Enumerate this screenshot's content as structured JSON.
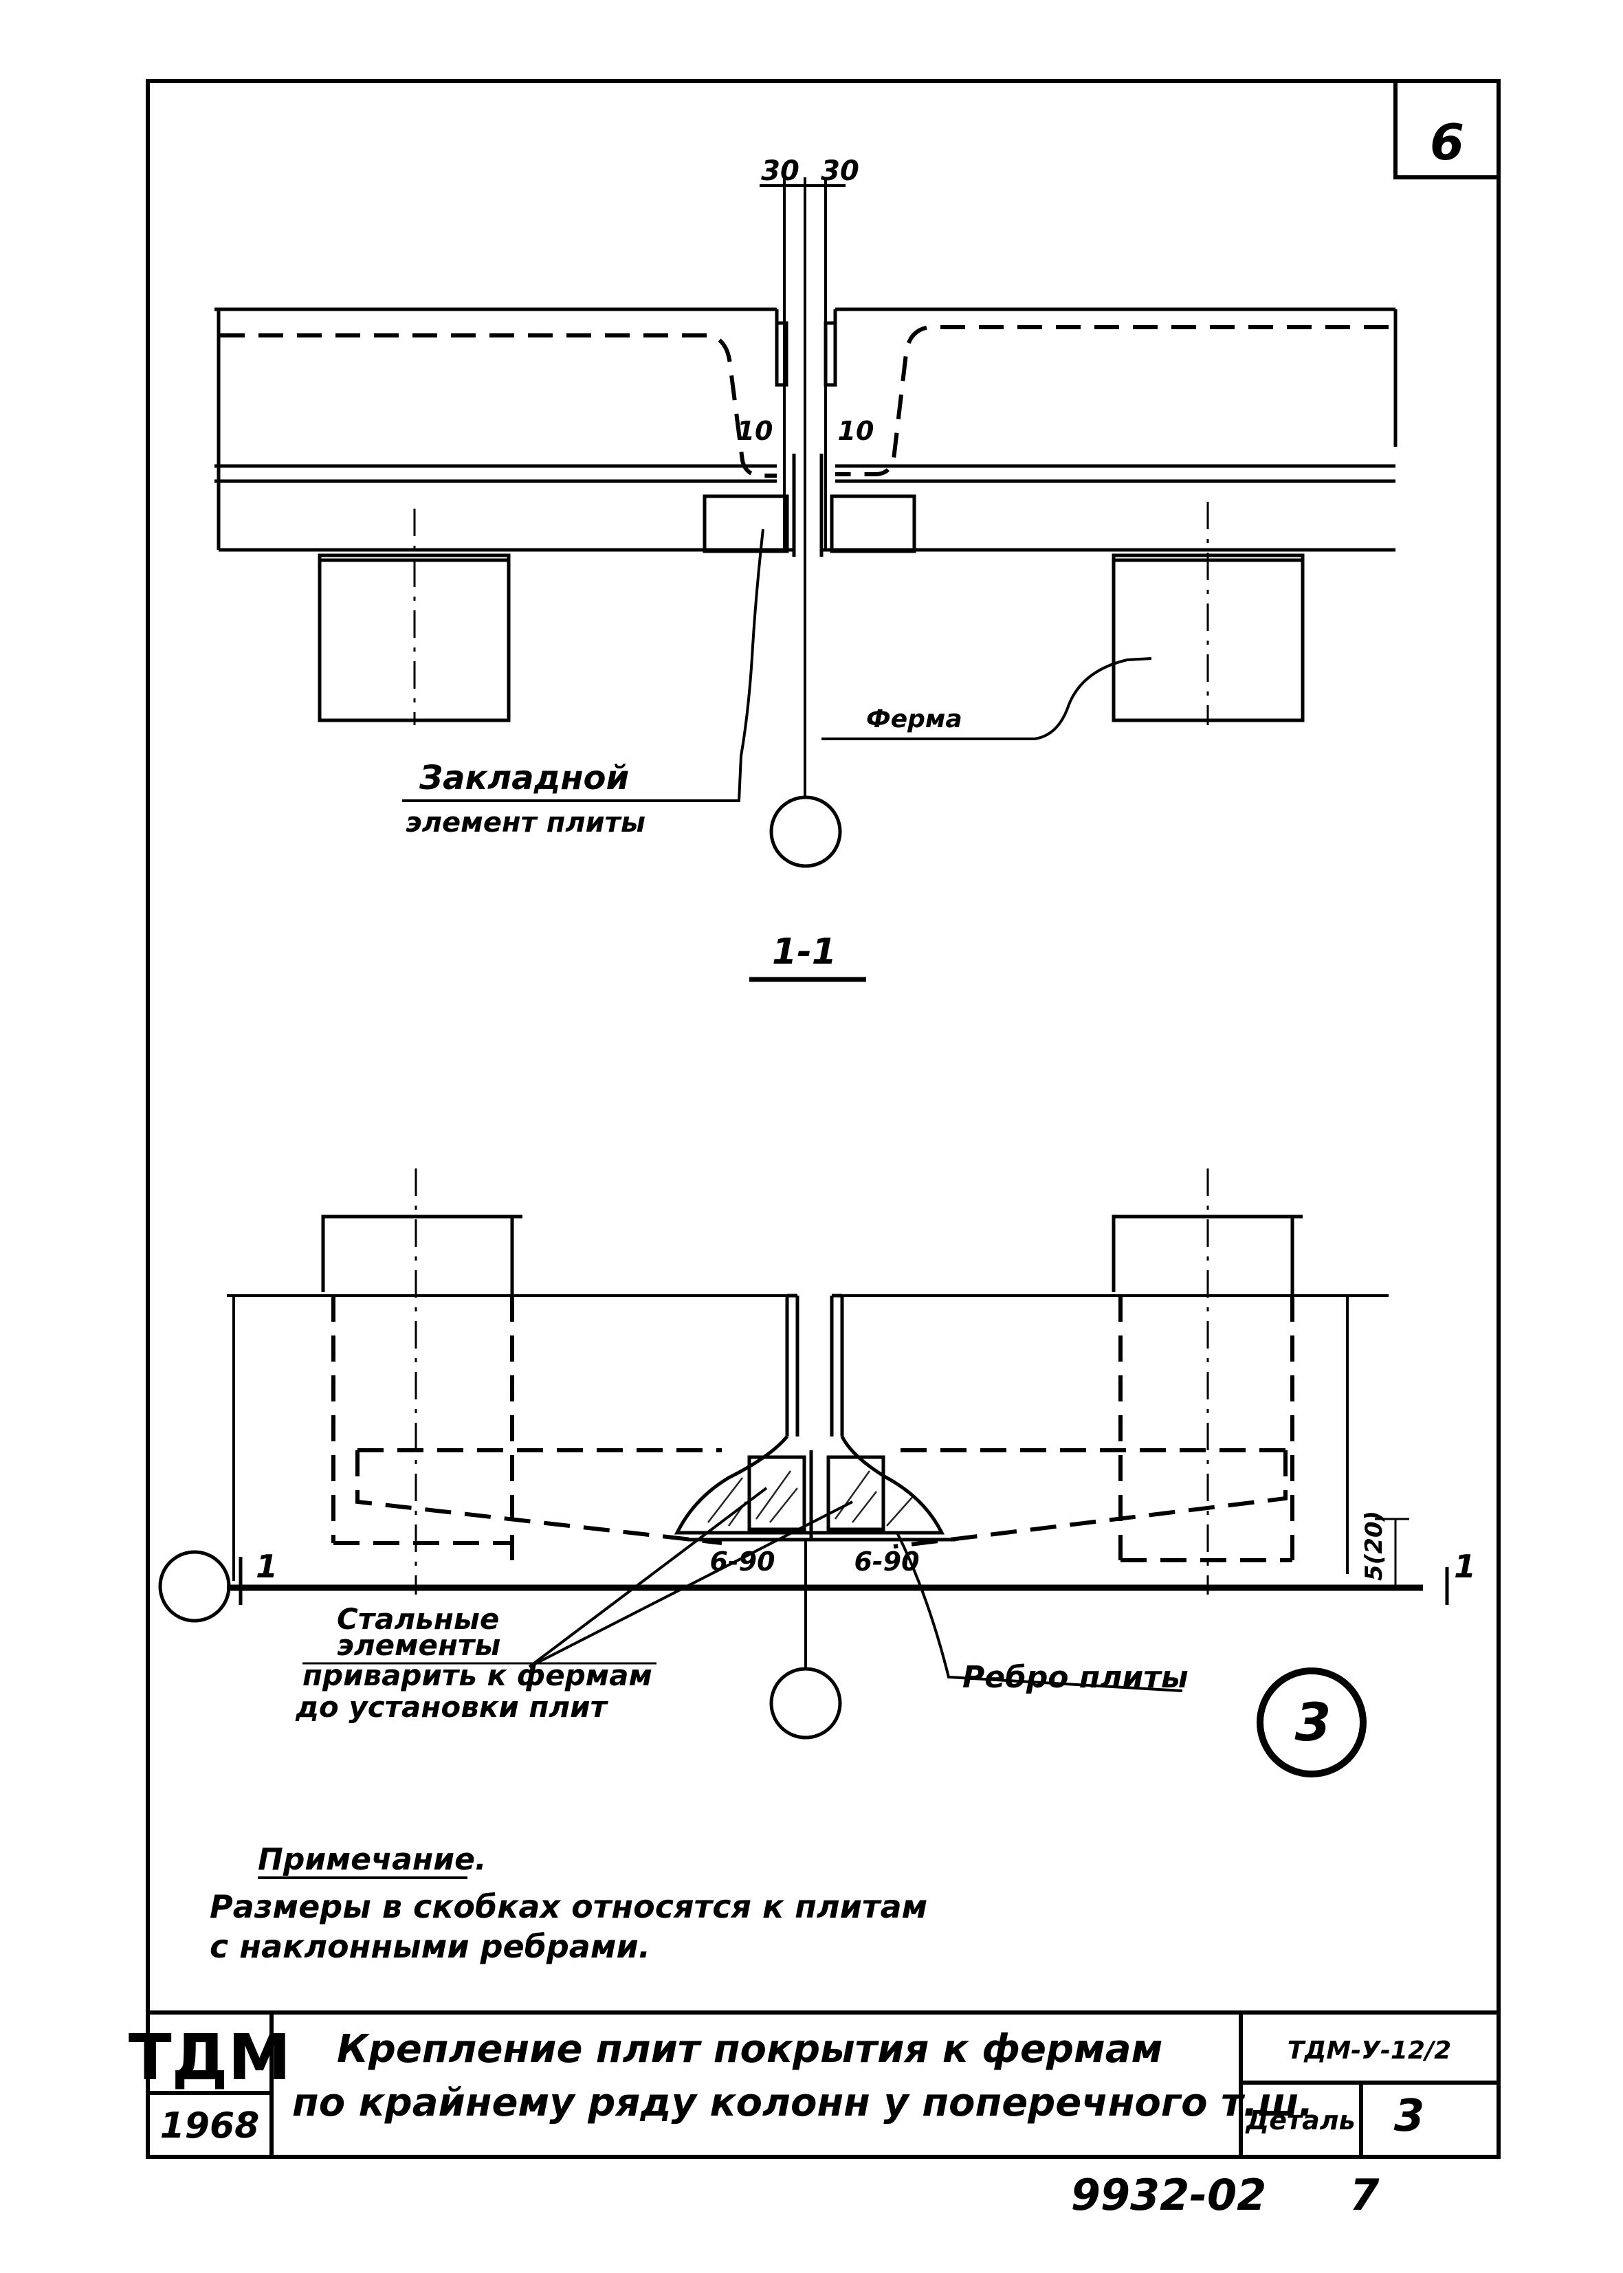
{
  "sheet": {
    "number": "6",
    "bottom_code": "9932-02",
    "bottom_page": "7"
  },
  "section_1_1": {
    "dim_left": "30",
    "dim_right": "30",
    "gap_left": "10",
    "gap_right": "10",
    "truss_label": "Ферма",
    "embed_label_line1": "Закладной",
    "embed_label_line2": "элемент плиты",
    "section_mark": "1-1"
  },
  "plan": {
    "weld_left": "6-90",
    "weld_right": "6-90",
    "dim_vertical": "5(20)",
    "cut_mark_left": "1",
    "cut_mark_right": "1",
    "steel_label_line1": "Стальные",
    "steel_label_line2": "элементы",
    "steel_label_line3": "приварить к фермам",
    "steel_label_line4": "до установки плит",
    "rib_label": "Ребро плиты",
    "detail_number": "3"
  },
  "note": {
    "heading": "Примечание.",
    "line1": "Размеры в скобках относятся к плитам",
    "line2": "с наклонными ребрами."
  },
  "title_block": {
    "org": "ТДМ",
    "year": "1968",
    "title_line1": "Крепление плит покрытия к фермам",
    "title_line2": "по крайнему ряду колонн у поперечного т.ш.",
    "code": "ТДМ-У-12/2",
    "detail_label": "Деталь",
    "detail_number": "3"
  }
}
